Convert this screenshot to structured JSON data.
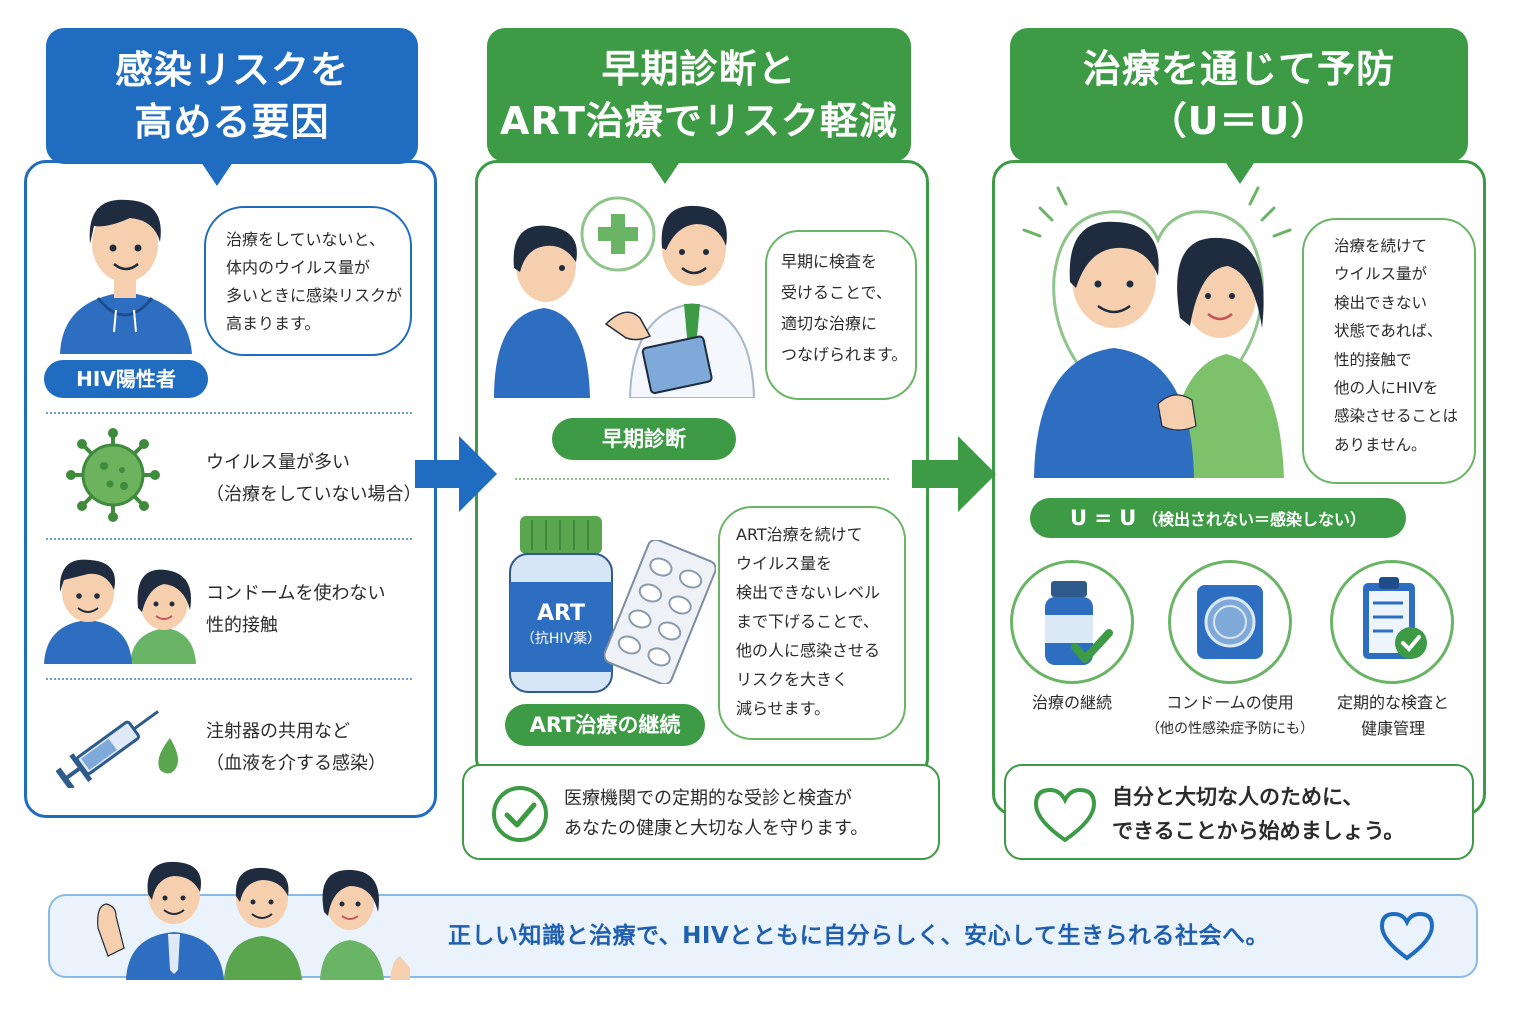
{
  "colors": {
    "blue": "#1f6cc0",
    "green": "#3d9a45",
    "light_green": "#6ab465",
    "light_blue": "#eaf3fc"
  },
  "col1": {
    "title_line1": "感染リスクを",
    "title_line2": "高める要因",
    "bubble": [
      "治療をしていないと、",
      "体内のウイルス量が",
      "多いときに感染リスクが",
      "高まります。"
    ],
    "pill": "HIV陽性者",
    "factors": [
      {
        "icon": "virus-icon",
        "lines": [
          "ウイルス量が多い",
          "（治療をしていない場合）"
        ]
      },
      {
        "icon": "couple-icon",
        "lines": [
          "コンドームを使わない",
          "性的接触"
        ]
      },
      {
        "icon": "syringe-icon",
        "lines": [
          "注射器の共用など",
          "（血液を介する感染）"
        ]
      }
    ]
  },
  "col2": {
    "title_line1": "早期診断と",
    "title_line2": "ART治療でリスク軽減",
    "bubble1": [
      "早期に検査を",
      "受けることで、",
      "適切な治療に",
      "つなげられます。"
    ],
    "pill1": "早期診断",
    "bottle_label1": "ART",
    "bottle_label2": "（抗HIV薬）",
    "bubble2": [
      "ART治療を続けて",
      "ウイルス量を",
      "検出できないレベル",
      "まで下げることで、",
      "他の人に感染させる",
      "リスクを大きく",
      "減らせます。"
    ],
    "pill2": "ART治療の継続",
    "info": [
      "医療機関での定期的な受診と検査が",
      "あなたの健康と大切な人を守ります。"
    ]
  },
  "col3": {
    "title_line1": "治療を通じて予防",
    "title_line2": "（U＝U）",
    "bubble": [
      "治療を続けて",
      "ウイルス量が",
      "検出できない",
      "状態であれば、",
      "性的接触で",
      "他の人にHIVを",
      "感染させることは",
      "ありません。"
    ],
    "pill_main": "U = U",
    "pill_sub": "（検出されない＝感染しない）",
    "icons": [
      {
        "icon": "medicine-check-icon",
        "label": "治療の継続",
        "sub": ""
      },
      {
        "icon": "condom-icon",
        "label": "コンドームの使用",
        "sub": "（他の性感染症予防にも）"
      },
      {
        "icon": "checklist-icon",
        "label": "定期的な検査と",
        "sub": "健康管理"
      }
    ],
    "info": [
      "自分と大切な人のために、",
      "できることから始めましょう。"
    ]
  },
  "footer": {
    "message": "正しい知識と治療で、HIVとともに自分らしく、安心して生きられる社会へ。"
  }
}
